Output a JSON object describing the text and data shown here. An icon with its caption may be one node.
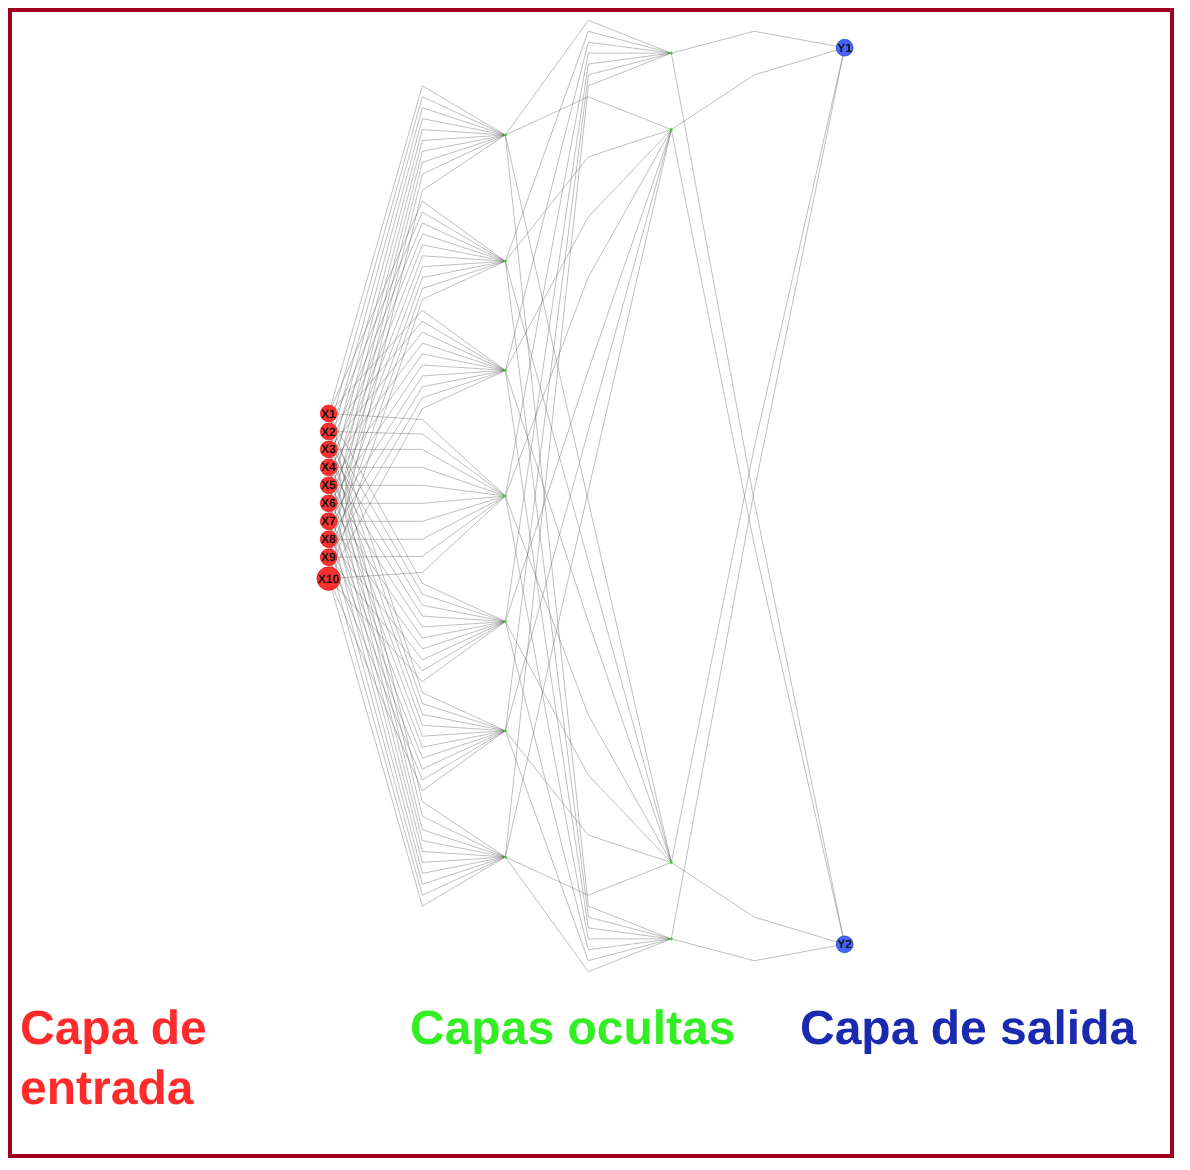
{
  "diagram": {
    "nodes": [
      {
        "text": [
          "X1"
        ]
      },
      {
        "text": [
          "X2"
        ]
      },
      {
        "text": [
          "X3"
        ]
      },
      {
        "text": [
          "X4"
        ]
      },
      {
        "text": [
          "X5"
        ]
      },
      {
        "text": [
          "X6"
        ]
      },
      {
        "text": [
          "X7"
        ]
      },
      {
        "text": [
          "X8"
        ]
      },
      {
        "text": [
          "X9"
        ]
      },
      {
        "text": [
          "X10"
        ]
      },
      {
        "text": [],
        "shape": "circle"
      },
      {
        "text": [],
        "shape": "circle"
      },
      {
        "text": [],
        "shape": "circle"
      },
      {
        "text": [],
        "shape": "circle"
      },
      {
        "text": [],
        "shape": "circle"
      },
      {
        "text": [],
        "shape": "circle"
      },
      {
        "text": [],
        "shape": "circle"
      },
      {
        "text": [],
        "shape": "circle"
      },
      {
        "text": [],
        "shape": "circle"
      },
      {
        "text": [],
        "shape": "circle"
      },
      {
        "text": [],
        "shape": "circle"
      },
      {
        "text": [
          "Y1"
        ]
      },
      {
        "text": [
          "Y2"
        ]
      }
    ],
    "edges": [
      {
        "from": 0,
        "to": 10,
        "arrow": "none"
      },
      {
        "from": 0,
        "to": 11,
        "arrow": "none"
      },
      {
        "from": 0,
        "to": 12,
        "arrow": "none"
      },
      {
        "from": 0,
        "to": 13,
        "arrow": "none"
      },
      {
        "from": 0,
        "to": 14,
        "arrow": "none"
      },
      {
        "from": 0,
        "to": 15,
        "arrow": "none"
      },
      {
        "from": 0,
        "to": 16,
        "arrow": "none"
      },
      {
        "from": 1,
        "to": 10,
        "arrow": "none"
      },
      {
        "from": 1,
        "to": 11,
        "arrow": "none"
      },
      {
        "from": 1,
        "to": 12,
        "arrow": "none"
      },
      {
        "from": 1,
        "to": 13,
        "arrow": "none"
      },
      {
        "from": 1,
        "to": 14,
        "arrow": "none"
      },
      {
        "from": 1,
        "to": 15,
        "arrow": "none"
      },
      {
        "from": 1,
        "to": 16,
        "arrow": "none"
      },
      {
        "from": 2,
        "to": 10,
        "arrow": "none"
      },
      {
        "from": 2,
        "to": 11,
        "arrow": "none"
      },
      {
        "from": 2,
        "to": 12,
        "arrow": "none"
      },
      {
        "from": 2,
        "to": 13,
        "arrow": "none"
      },
      {
        "from": 2,
        "to": 14,
        "arrow": "none"
      },
      {
        "from": 2,
        "to": 15,
        "arrow": "none"
      },
      {
        "from": 2,
        "to": 16,
        "arrow": "none"
      },
      {
        "from": 3,
        "to": 10,
        "arrow": "none"
      },
      {
        "from": 3,
        "to": 11,
        "arrow": "none"
      },
      {
        "from": 3,
        "to": 12,
        "arrow": "none"
      },
      {
        "from": 3,
        "to": 13,
        "arrow": "none"
      },
      {
        "from": 3,
        "to": 14,
        "arrow": "none"
      },
      {
        "from": 3,
        "to": 15,
        "arrow": "none"
      },
      {
        "from": 3,
        "to": 16,
        "arrow": "none"
      },
      {
        "from": 4,
        "to": 10,
        "arrow": "none"
      },
      {
        "from": 4,
        "to": 11,
        "arrow": "none"
      },
      {
        "from": 4,
        "to": 12,
        "arrow": "none"
      },
      {
        "from": 4,
        "to": 13,
        "arrow": "none"
      },
      {
        "from": 4,
        "to": 14,
        "arrow": "none"
      },
      {
        "from": 4,
        "to": 15,
        "arrow": "none"
      },
      {
        "from": 4,
        "to": 16,
        "arrow": "none"
      },
      {
        "from": 5,
        "to": 10,
        "arrow": "none"
      },
      {
        "from": 5,
        "to": 11,
        "arrow": "none"
      },
      {
        "from": 5,
        "to": 12,
        "arrow": "none"
      },
      {
        "from": 5,
        "to": 13,
        "arrow": "none"
      },
      {
        "from": 5,
        "to": 14,
        "arrow": "none"
      },
      {
        "from": 5,
        "to": 15,
        "arrow": "none"
      },
      {
        "from": 5,
        "to": 16,
        "arrow": "none"
      },
      {
        "from": 6,
        "to": 10,
        "arrow": "none"
      },
      {
        "from": 6,
        "to": 11,
        "arrow": "none"
      },
      {
        "from": 6,
        "to": 12,
        "arrow": "none"
      },
      {
        "from": 6,
        "to": 13,
        "arrow": "none"
      },
      {
        "from": 6,
        "to": 14,
        "arrow": "none"
      },
      {
        "from": 6,
        "to": 15,
        "arrow": "none"
      },
      {
        "from": 6,
        "to": 16,
        "arrow": "none"
      },
      {
        "from": 7,
        "to": 10,
        "arrow": "none"
      },
      {
        "from": 7,
        "to": 11,
        "arrow": "none"
      },
      {
        "from": 7,
        "to": 12,
        "arrow": "none"
      },
      {
        "from": 7,
        "to": 13,
        "arrow": "none"
      },
      {
        "from": 7,
        "to": 14,
        "arrow": "none"
      },
      {
        "from": 7,
        "to": 15,
        "arrow": "none"
      },
      {
        "from": 7,
        "to": 16,
        "arrow": "none"
      },
      {
        "from": 8,
        "to": 10,
        "arrow": "none"
      },
      {
        "from": 8,
        "to": 11,
        "arrow": "none"
      },
      {
        "from": 8,
        "to": 12,
        "arrow": "none"
      },
      {
        "from": 8,
        "to": 13,
        "arrow": "none"
      },
      {
        "from": 8,
        "to": 14,
        "arrow": "none"
      },
      {
        "from": 8,
        "to": 15,
        "arrow": "none"
      },
      {
        "from": 8,
        "to": 16,
        "arrow": "none"
      },
      {
        "from": 9,
        "to": 10,
        "arrow": "none"
      },
      {
        "from": 9,
        "to": 11,
        "arrow": "none"
      },
      {
        "from": 9,
        "to": 12,
        "arrow": "none"
      },
      {
        "from": 9,
        "to": 13,
        "arrow": "none"
      },
      {
        "from": 9,
        "to": 14,
        "arrow": "none"
      },
      {
        "from": 9,
        "to": 15,
        "arrow": "none"
      },
      {
        "from": 9,
        "to": 16,
        "arrow": "none"
      },
      {
        "from": 10,
        "to": 17,
        "arrow": "none"
      },
      {
        "from": 10,
        "to": 18,
        "arrow": "none"
      },
      {
        "from": 10,
        "to": 19,
        "arrow": "none"
      },
      {
        "from": 10,
        "to": 20,
        "arrow": "none"
      },
      {
        "from": 11,
        "to": 17,
        "arrow": "none"
      },
      {
        "from": 11,
        "to": 18,
        "arrow": "none"
      },
      {
        "from": 11,
        "to": 19,
        "arrow": "none"
      },
      {
        "from": 11,
        "to": 20,
        "arrow": "none"
      },
      {
        "from": 12,
        "to": 17,
        "arrow": "none"
      },
      {
        "from": 12,
        "to": 18,
        "arrow": "none"
      },
      {
        "from": 12,
        "to": 19,
        "arrow": "none"
      },
      {
        "from": 12,
        "to": 20,
        "arrow": "none"
      },
      {
        "from": 13,
        "to": 17,
        "arrow": "none"
      },
      {
        "from": 13,
        "to": 18,
        "arrow": "none"
      },
      {
        "from": 13,
        "to": 19,
        "arrow": "none"
      },
      {
        "from": 13,
        "to": 20,
        "arrow": "none"
      },
      {
        "from": 14,
        "to": 17,
        "arrow": "none"
      },
      {
        "from": 14,
        "to": 18,
        "arrow": "none"
      },
      {
        "from": 14,
        "to": 19,
        "arrow": "none"
      },
      {
        "from": 14,
        "to": 20,
        "arrow": "none"
      },
      {
        "from": 15,
        "to": 17,
        "arrow": "none"
      },
      {
        "from": 15,
        "to": 18,
        "arrow": "none"
      },
      {
        "from": 15,
        "to": 19,
        "arrow": "none"
      },
      {
        "from": 15,
        "to": 20,
        "arrow": "none"
      },
      {
        "from": 16,
        "to": 17,
        "arrow": "none"
      },
      {
        "from": 16,
        "to": 18,
        "arrow": "none"
      },
      {
        "from": 16,
        "to": 19,
        "arrow": "none"
      },
      {
        "from": 16,
        "to": 20,
        "arrow": "none"
      },
      {
        "from": 17,
        "to": 21,
        "arrow": "none"
      },
      {
        "from": 17,
        "to": 22,
        "arrow": "none"
      },
      {
        "from": 18,
        "to": 21,
        "arrow": "none"
      },
      {
        "from": 18,
        "to": 22,
        "arrow": "none"
      },
      {
        "from": 19,
        "to": 21,
        "arrow": "none"
      },
      {
        "from": 19,
        "to": 22,
        "arrow": "none"
      },
      {
        "from": 20,
        "to": 21,
        "arrow": "none"
      },
      {
        "from": 20,
        "to": 22,
        "arrow": "none"
      }
    ],
    "labels": [
      "Capa de entrada",
      "Capas ocultas",
      "Capa de salida"
    ]
  }
}
